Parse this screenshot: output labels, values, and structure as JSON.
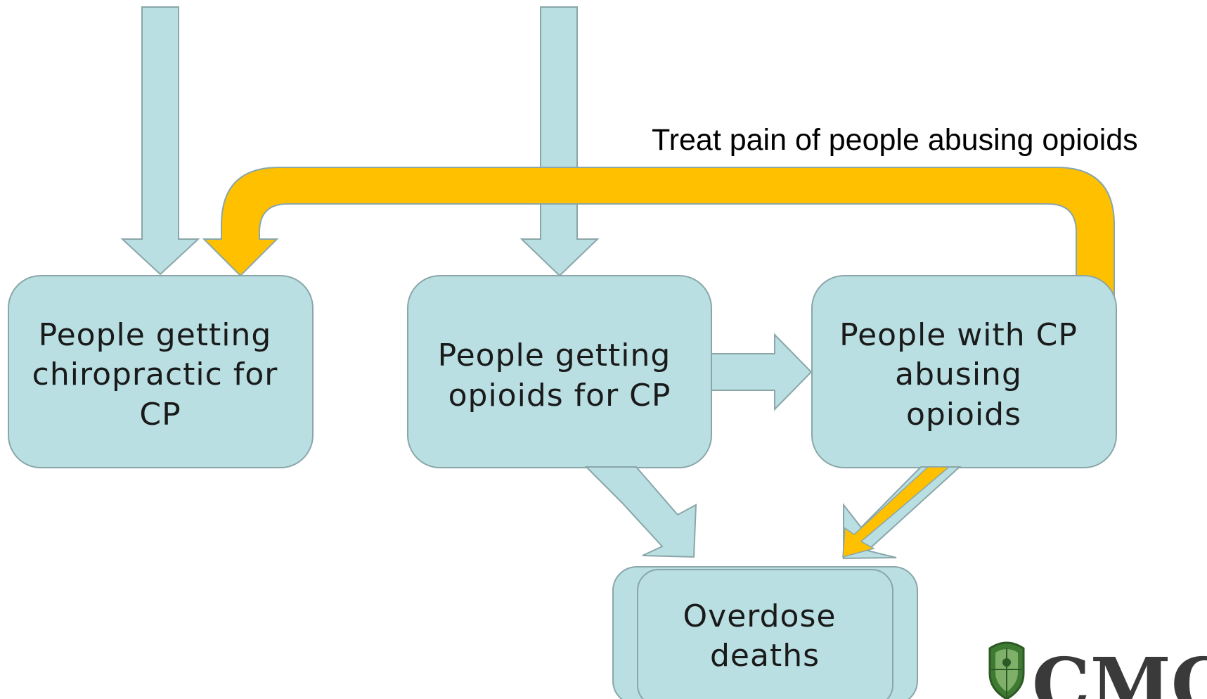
{
  "nodes": {
    "chiropractic": {
      "lines": [
        "People getting",
        "chiropractic for",
        "CP"
      ]
    },
    "opioids": {
      "lines": [
        "People getting",
        "opioids for CP"
      ]
    },
    "abusing": {
      "lines": [
        "People with CP",
        "abusing",
        "opioids"
      ]
    },
    "overdose": {
      "lines": [
        "Overdose",
        "deaths"
      ]
    }
  },
  "loop_label": "Treat pain of people abusing opioids",
  "logo": {
    "text": "CMCO"
  },
  "colors": {
    "box_fill": "#b9dfe3",
    "box_stroke": "#8aa6a9",
    "arrow_fill": "#b9dfe3",
    "loop_fill": "#ffc000",
    "logo_green": "#3f7a33",
    "logo_gray": "#3a3a3a"
  }
}
